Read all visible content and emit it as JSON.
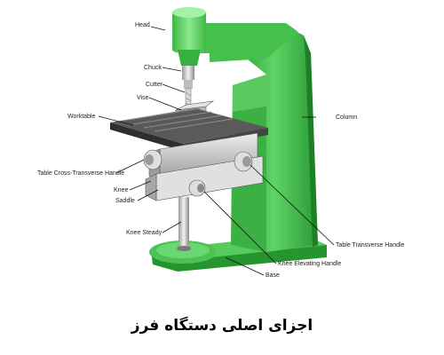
{
  "labels": {
    "head": "Head",
    "chuck": "Chuck",
    "cutter": "Cutter",
    "vise": "Vise",
    "worktable": "Worktable",
    "column": "Column",
    "table_cross_transverse_handle": "Table Cross-Transverse Handle",
    "knee": "Knee",
    "saddle": "Saddle",
    "knee_steady": "Knee Steady",
    "table_transverse_handle": "Table Transverse Handle",
    "knee_elevating_handle": "Knee Elevating Handle",
    "base": "Base"
  },
  "caption": "اجزای اصلی دستگاه فرز",
  "colors": {
    "machine_green": "#3fbf4a",
    "machine_green_dark": "#1f8a2a",
    "machine_green_light": "#7fe07f",
    "steel": "#c8c8c8",
    "steel_dark": "#6e6e6e"
  }
}
